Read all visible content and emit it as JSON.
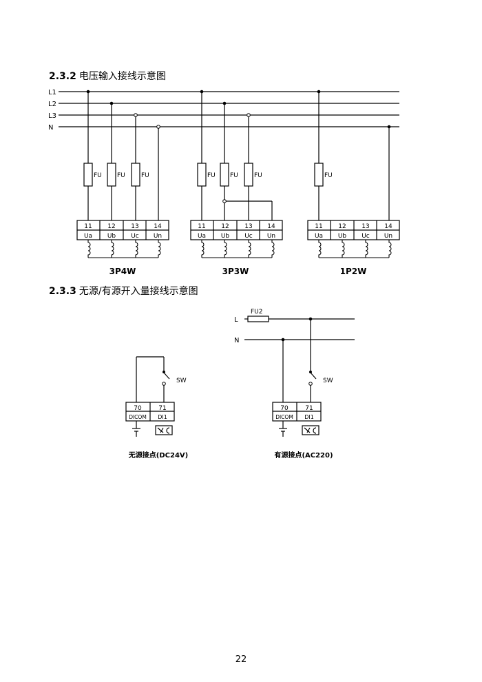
{
  "sections": [
    {
      "number": "2.3.2",
      "title": "电压输入接线示意图"
    },
    {
      "number": "2.3.3",
      "title": "无源/有源开入量接线示意图"
    }
  ],
  "voltage_diagram": {
    "bus_labels": [
      "L1",
      "L2",
      "L3",
      "N"
    ],
    "fuse_label": "FU",
    "groups": [
      {
        "caption": "3P4W",
        "terminals": [
          {
            "num": "11",
            "sig": "Ua"
          },
          {
            "num": "12",
            "sig": "Ub"
          },
          {
            "num": "13",
            "sig": "Uc"
          },
          {
            "num": "14",
            "sig": "Un"
          }
        ]
      },
      {
        "caption": "3P3W",
        "terminals": [
          {
            "num": "11",
            "sig": "Ua"
          },
          {
            "num": "12",
            "sig": "Ub"
          },
          {
            "num": "13",
            "sig": "Uc"
          },
          {
            "num": "14",
            "sig": "Un"
          }
        ]
      },
      {
        "caption": "1P2W",
        "terminals": [
          {
            "num": "11",
            "sig": "Ua"
          },
          {
            "num": "12",
            "sig": "Ub"
          },
          {
            "num": "13",
            "sig": "Uc"
          },
          {
            "num": "14",
            "sig": "Un"
          }
        ]
      }
    ]
  },
  "input_diagram": {
    "passive": {
      "caption": "无源接点(DC24V)",
      "switch_label": "SW",
      "terminals": [
        {
          "num": "70",
          "sig": "DICOM"
        },
        {
          "num": "71",
          "sig": "DI1"
        }
      ]
    },
    "active": {
      "caption": "有源接点(AC220)",
      "switch_label": "SW",
      "fuse_label": "FU2",
      "line_labels": [
        "L",
        "N"
      ],
      "terminals": [
        {
          "num": "70",
          "sig": "DICOM"
        },
        {
          "num": "71",
          "sig": "DI1"
        }
      ]
    }
  },
  "page_number": "22"
}
